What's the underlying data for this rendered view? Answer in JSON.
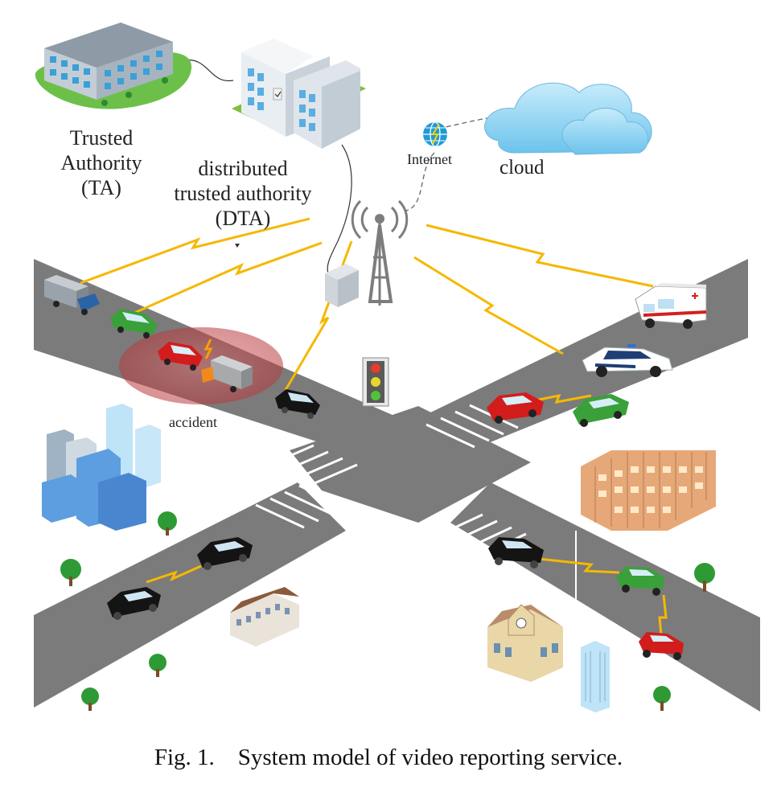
{
  "labels": {
    "ta_line1": "Trusted",
    "ta_line2": "Authority",
    "ta_line3": "(TA)",
    "dta_line1": "distributed",
    "dta_line2": "trusted authority",
    "dta_line3": "(DTA)",
    "internet": "Internet",
    "cloud": "cloud",
    "accident": "accident"
  },
  "caption": {
    "fig": "Fig. 1.",
    "text": "System model of video reporting service."
  },
  "colors": {
    "road": "#7a7a7a",
    "lane_mark": "#ffffff",
    "wireless_link": "#f5b800",
    "accident_zone": "#c0393b",
    "cloud": "#8fd3f3",
    "grass": "#6cc04a"
  }
}
